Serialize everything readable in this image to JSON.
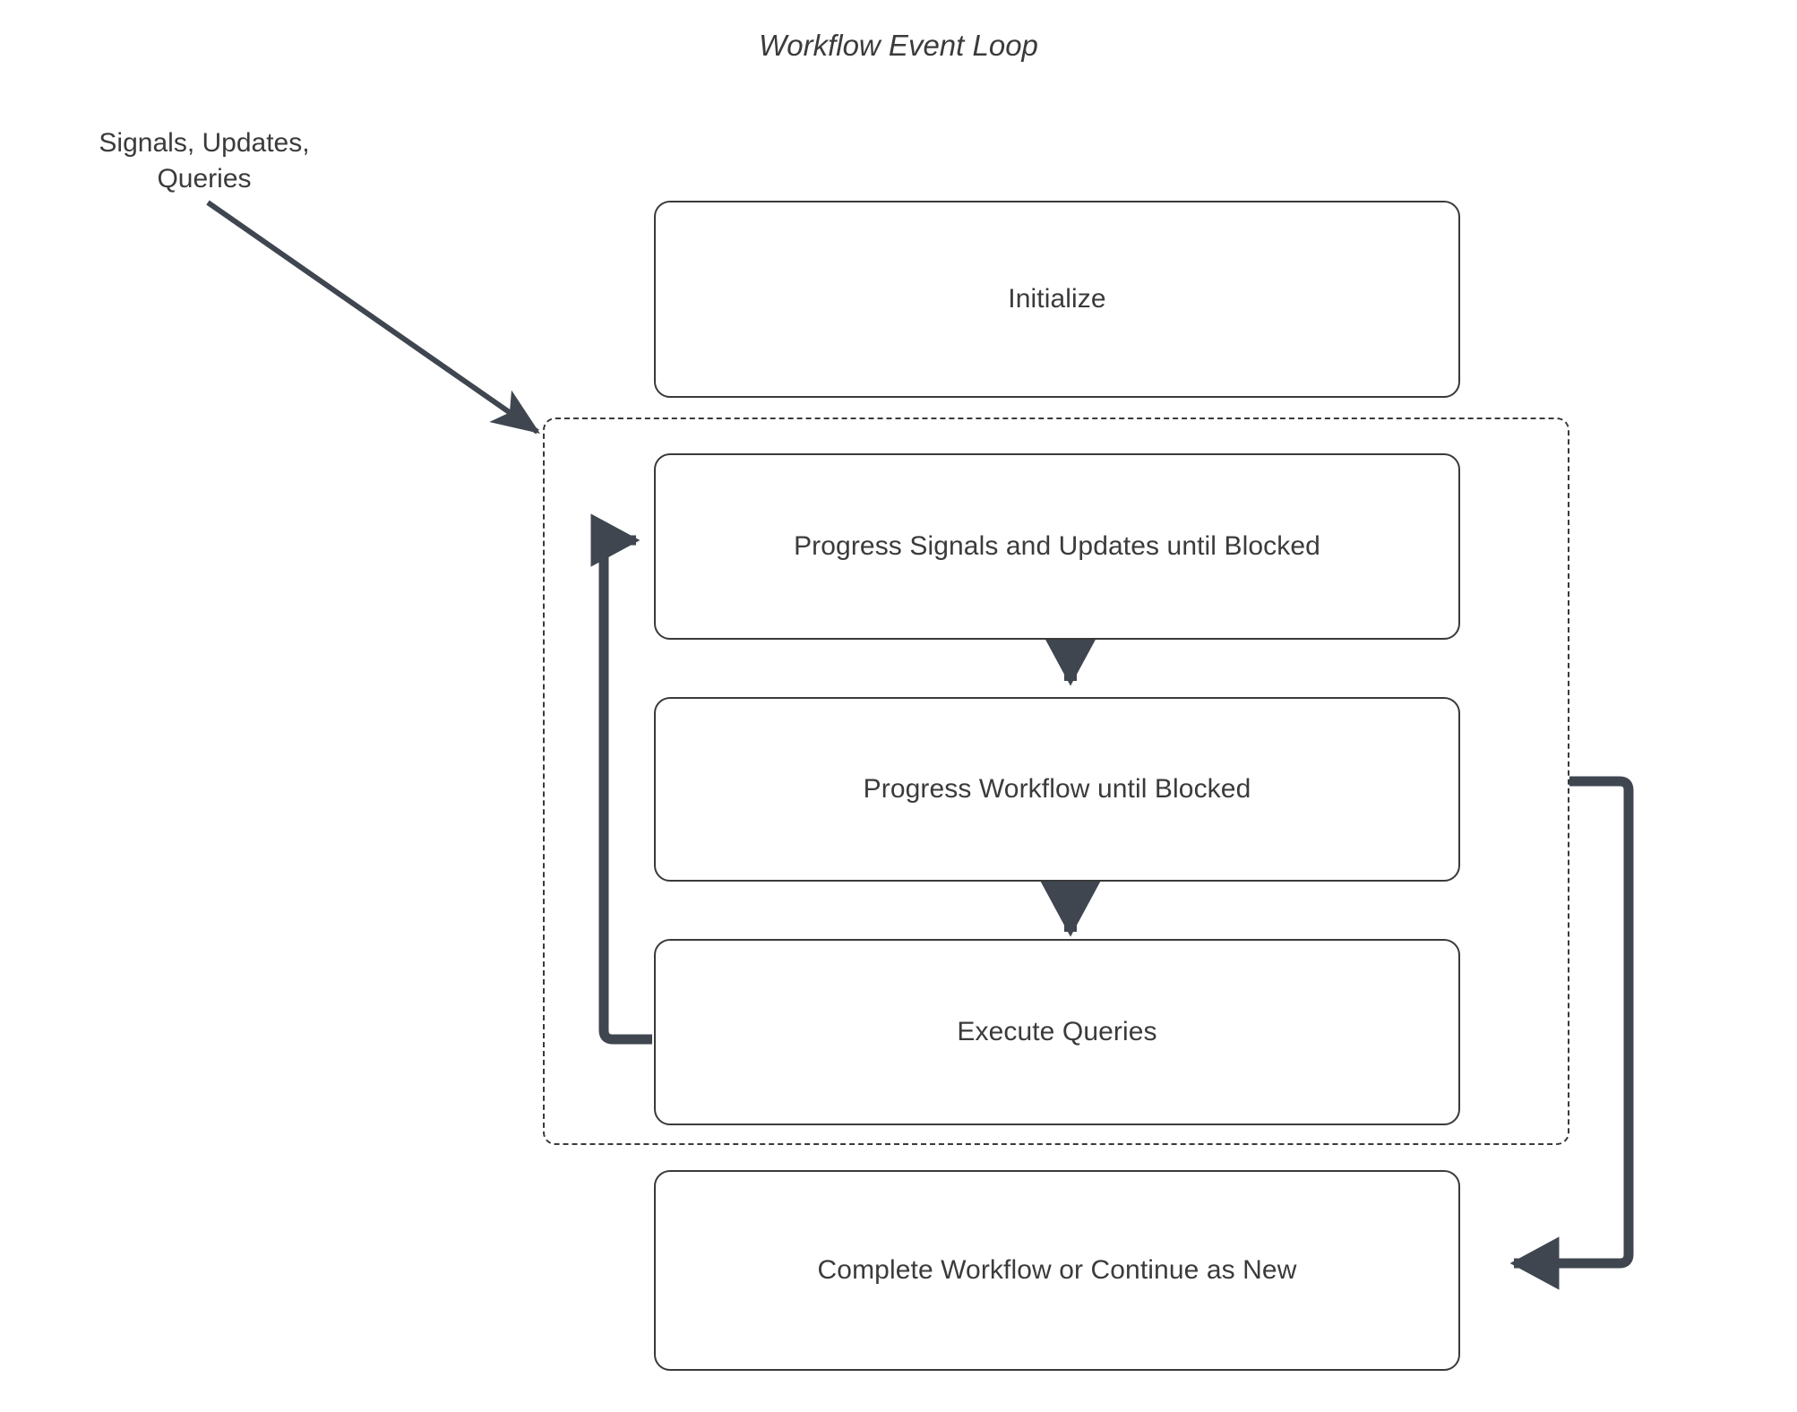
{
  "diagram": {
    "title": "Workflow Event Loop",
    "type": "flowchart",
    "accent_color": "#3f4650",
    "node_border_color": "#3a3a3a",
    "text_color": "#3b3b3b",
    "background_color": "#ffffff",
    "external_label": {
      "line1": "Signals, Updates,",
      "line2": "Queries"
    },
    "nodes": [
      {
        "id": "initialize",
        "label": "Initialize"
      },
      {
        "id": "progress-signals",
        "label": "Progress Signals and Updates until Blocked"
      },
      {
        "id": "progress-workflow",
        "label": "Progress Workflow until Blocked"
      },
      {
        "id": "execute-queries",
        "label": "Execute Queries"
      },
      {
        "id": "complete-workflow",
        "label": "Complete Workflow or Continue as New"
      }
    ],
    "group": {
      "id": "event-loop-group",
      "style": "dashed",
      "label": ""
    },
    "edges": [
      {
        "from": "external-input",
        "to": "event-loop-group",
        "style": "solid-thin-arrow"
      },
      {
        "from": "progress-signals",
        "to": "progress-workflow",
        "style": "solid-thick-arrow"
      },
      {
        "from": "progress-workflow",
        "to": "execute-queries",
        "style": "solid-thick-arrow"
      },
      {
        "from": "execute-queries",
        "to": "progress-signals",
        "style": "loop-back-left-arrow"
      },
      {
        "from": "event-loop-group",
        "to": "complete-workflow",
        "style": "loop-right-down-arrow"
      }
    ]
  }
}
